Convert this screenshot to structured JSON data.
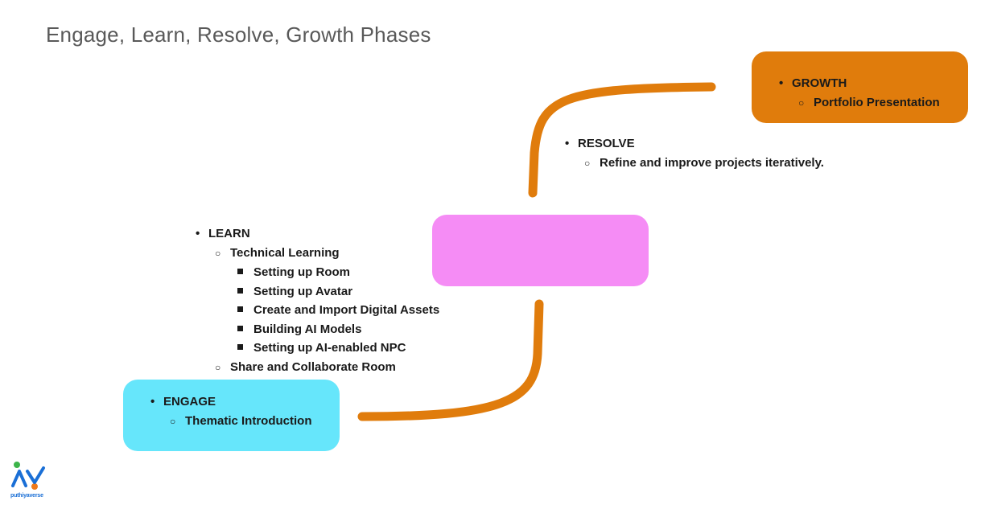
{
  "title": "Engage, Learn, Resolve, Growth Phases",
  "colors": {
    "growth": "#e07c0c",
    "resolve": "#f58cf5",
    "engage": "#66e6fb",
    "connector": "#e07c0c"
  },
  "growth": {
    "heading": "GROWTH",
    "items": [
      "Portfolio Presentation"
    ]
  },
  "resolve": {
    "heading": "RESOLVE",
    "items": [
      "Refine and improve projects iteratively."
    ]
  },
  "learn": {
    "heading": "LEARN",
    "technical": "Technical Learning",
    "technical_items": [
      "Setting up Room",
      "Setting up Avatar",
      "Create and Import Digital Assets",
      "Building AI Models",
      "Setting up AI-enabled NPC"
    ],
    "share": "Share and Collaborate Room"
  },
  "engage": {
    "heading": "ENGAGE",
    "items": [
      "Thematic Introduction"
    ]
  },
  "logo": {
    "icon": "puthiyaverse-logo-icon",
    "wordmark": "puthiyaverse"
  }
}
